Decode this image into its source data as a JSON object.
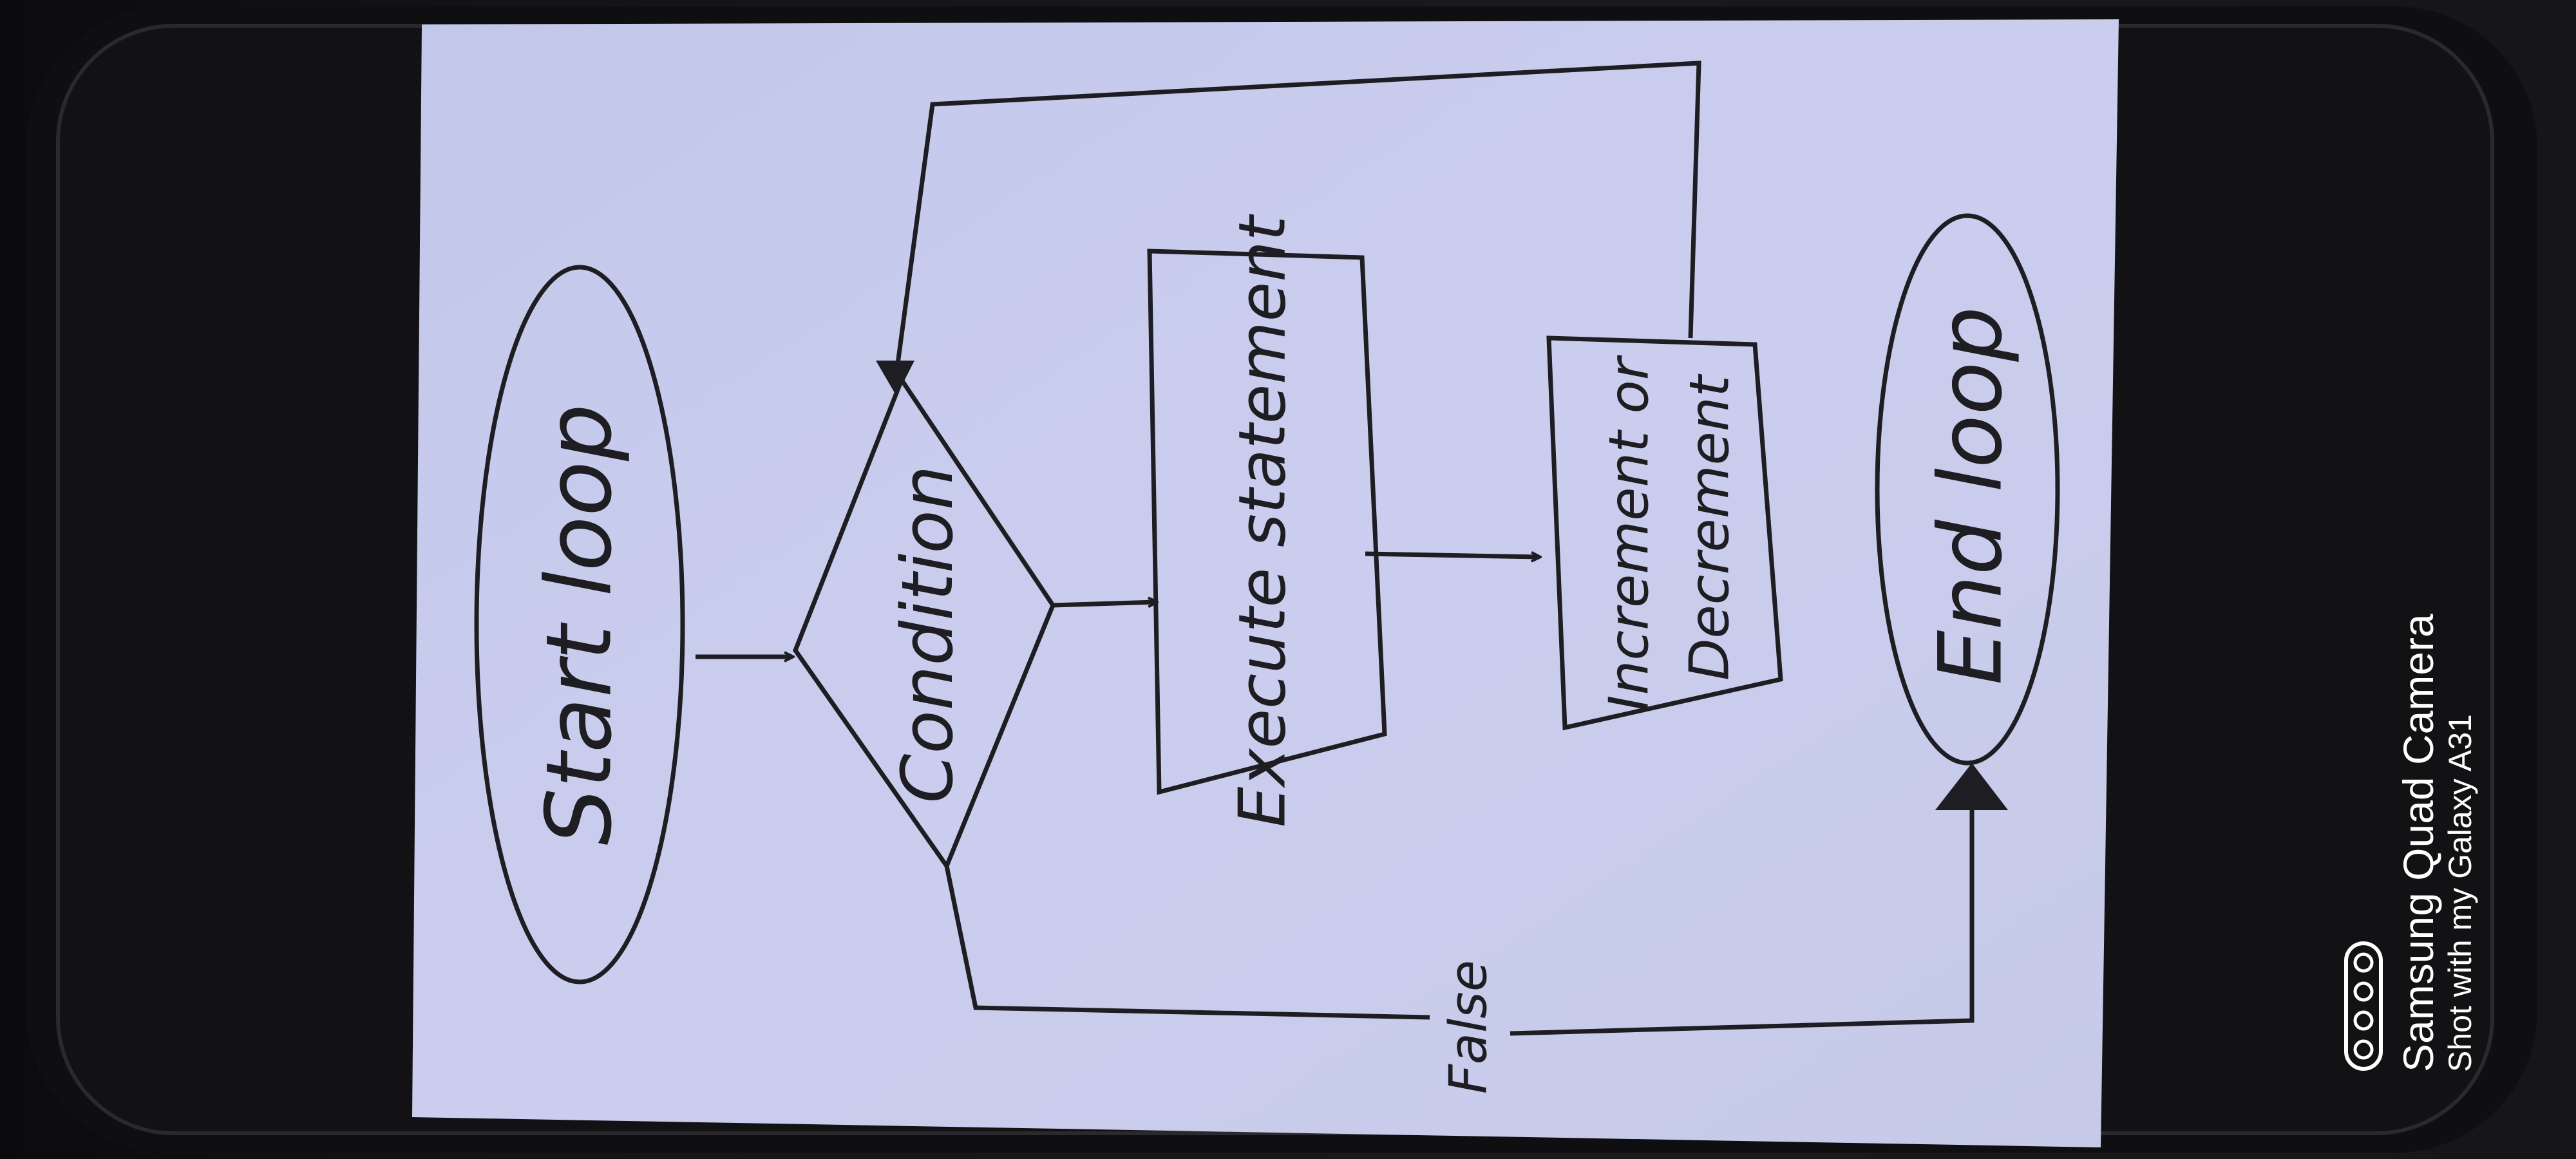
{
  "flowchart": {
    "start": "Start loop",
    "condition": "Condition",
    "execute": "Execute statement",
    "increment_line1": "Increment or",
    "increment_line2": "Decrement",
    "end": "End loop",
    "false_label": "False"
  },
  "watermark": {
    "camera": "Samsung Quad Camera",
    "shot_with": "Shot with my Galaxy A31"
  },
  "colors": {
    "screen": "#c9cbea",
    "ink": "#1d1d22",
    "phone_body": "#141416"
  }
}
